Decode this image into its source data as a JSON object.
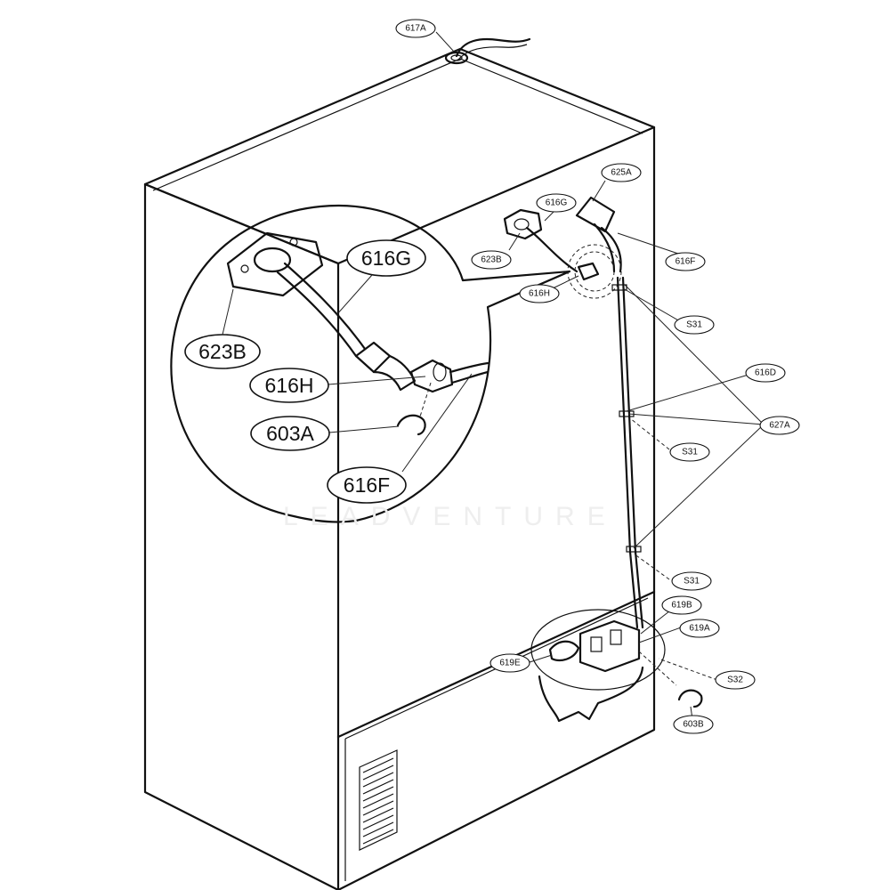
{
  "watermark": "LEADVENTURE",
  "detail_labels": {
    "623B": "623B",
    "616G": "616G",
    "616H": "616H",
    "603A": "603A",
    "616F": "616F"
  },
  "callouts": {
    "617A": "617A",
    "625A": "625A",
    "616G": "616G",
    "623B": "623B",
    "616F": "616F",
    "616H": "616H",
    "S31_a": "S31",
    "616D": "616D",
    "627A": "627A",
    "S31_b": "S31",
    "S31_c": "S31",
    "619B": "619B",
    "619A": "619A",
    "619E": "619E",
    "S32": "S32",
    "603B": "603B"
  }
}
